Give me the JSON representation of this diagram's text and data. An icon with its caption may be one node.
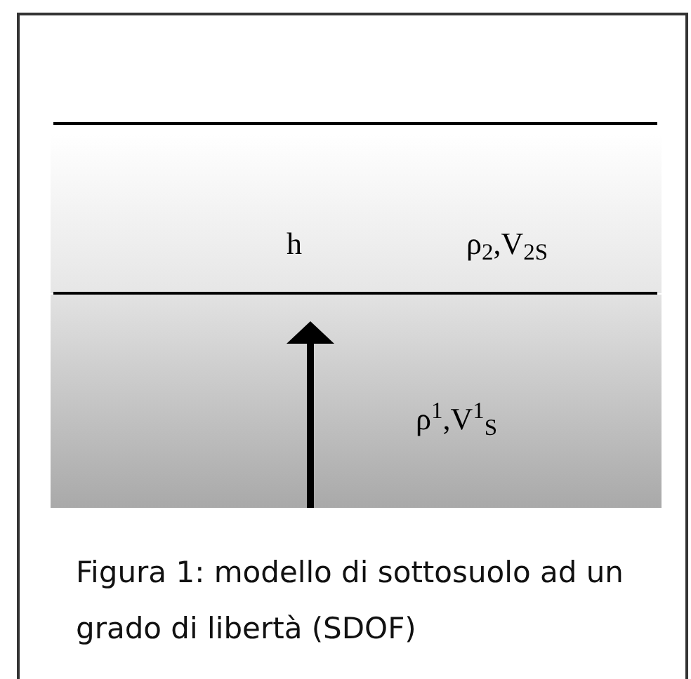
{
  "diagram": {
    "caption": "Figura 1: modello di sottosuolo ad un grado di libertà (SDOF)",
    "nodes": [
      {
        "text": [
          "h",
          "ρ$_{2}$,V$_{2S}$"
        ]
      },
      {
        "text": [
          "ρ$^{1}$,V$^{1}$$_{S}$"
        ]
      }
    ]
  }
}
